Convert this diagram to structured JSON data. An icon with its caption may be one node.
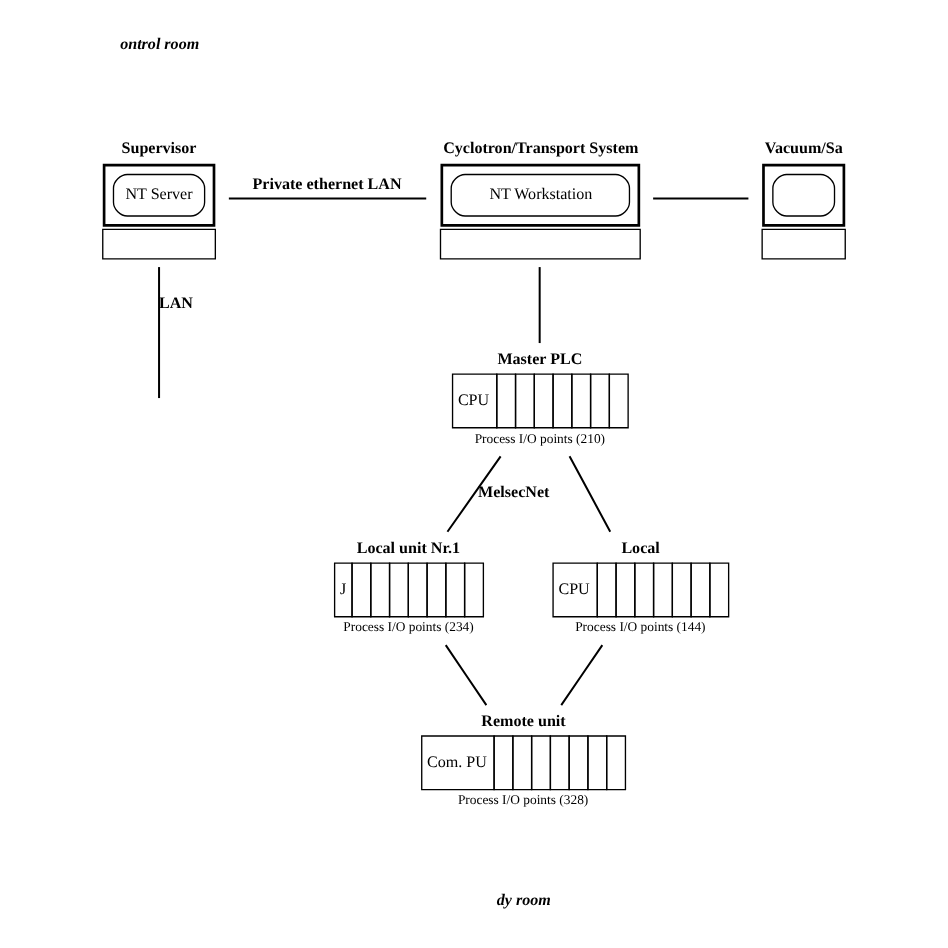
{
  "diagram": {
    "nodes": [
      {
        "text": [
          "Supervisor",
          "NT Server"
        ]
      },
      {
        "text": [
          "Cyclotron/Transport System",
          "NT Workstation"
        ]
      },
      {
        "text": [
          "Vacuum/Sa"
        ]
      },
      {
        "text": [
          "CPU"
        ],
        "beside": [
          "Master PLC",
          "Process I/O points (210)"
        ]
      },
      {
        "text": [
          "J"
        ],
        "beside": [
          "Local unit Nr.1",
          "Process I/O points (234)"
        ]
      },
      {
        "text": [
          "CPU"
        ],
        "beside": [
          "Local",
          "Process I/O points (144)"
        ]
      },
      {
        "text": [
          "Com. PU"
        ],
        "beside": [
          "Remote unit",
          "Process I/O points (328)"
        ]
      }
    ],
    "edges": [
      {
        "from": 0,
        "to": null,
        "arrow": "none",
        "label": "LAN"
      },
      {
        "from": 0,
        "to": 1,
        "arrow": "none",
        "label": "Private ethernet LAN"
      },
      {
        "from": 1,
        "to": 2,
        "arrow": "none"
      },
      {
        "from": 1,
        "to": 3,
        "arrow": "none"
      },
      {
        "from": 3,
        "to": 4,
        "arrow": "none",
        "label": "MelsecNet"
      },
      {
        "from": 3,
        "to": 5,
        "arrow": "none"
      },
      {
        "from": 4,
        "to": 6,
        "arrow": "none"
      },
      {
        "from": 5,
        "to": 6,
        "arrow": "none"
      }
    ],
    "labels": [
      "ontrol room",
      "dy room"
    ]
  }
}
